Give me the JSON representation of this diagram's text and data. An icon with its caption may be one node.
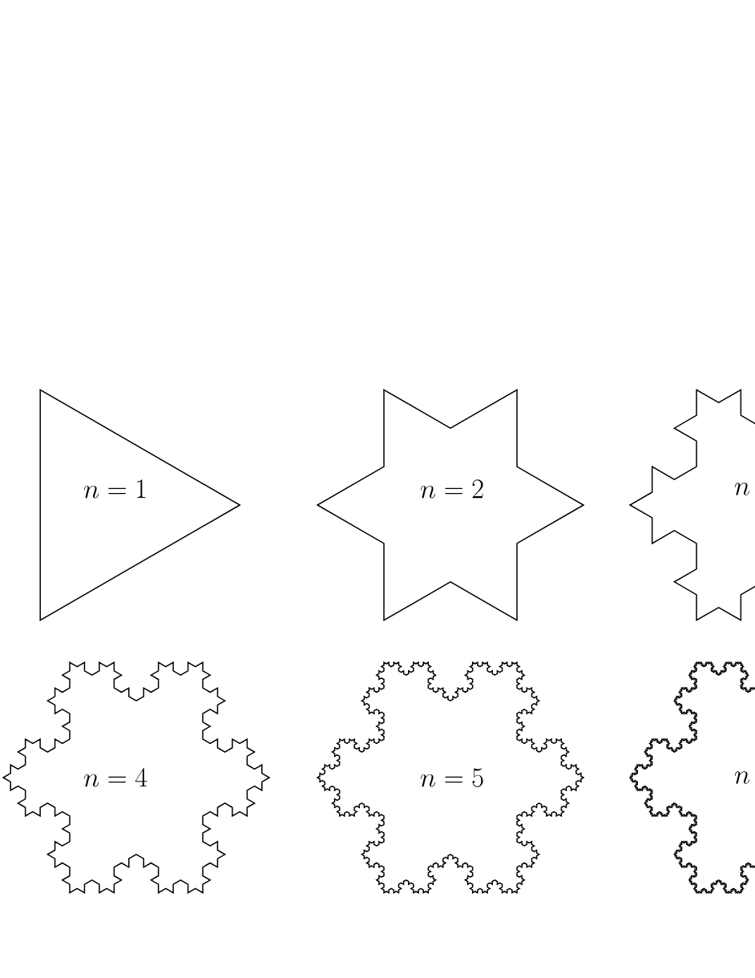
{
  "diagram": {
    "nodes": [
      {
        "text": [
          "n = 1"
        ]
      },
      {
        "text": [
          "n = 2"
        ]
      },
      {
        "text": [
          "n"
        ]
      },
      {
        "text": [
          "n = 4"
        ]
      },
      {
        "text": [
          "n = 5"
        ]
      },
      {
        "text": [
          "n"
        ]
      }
    ]
  }
}
